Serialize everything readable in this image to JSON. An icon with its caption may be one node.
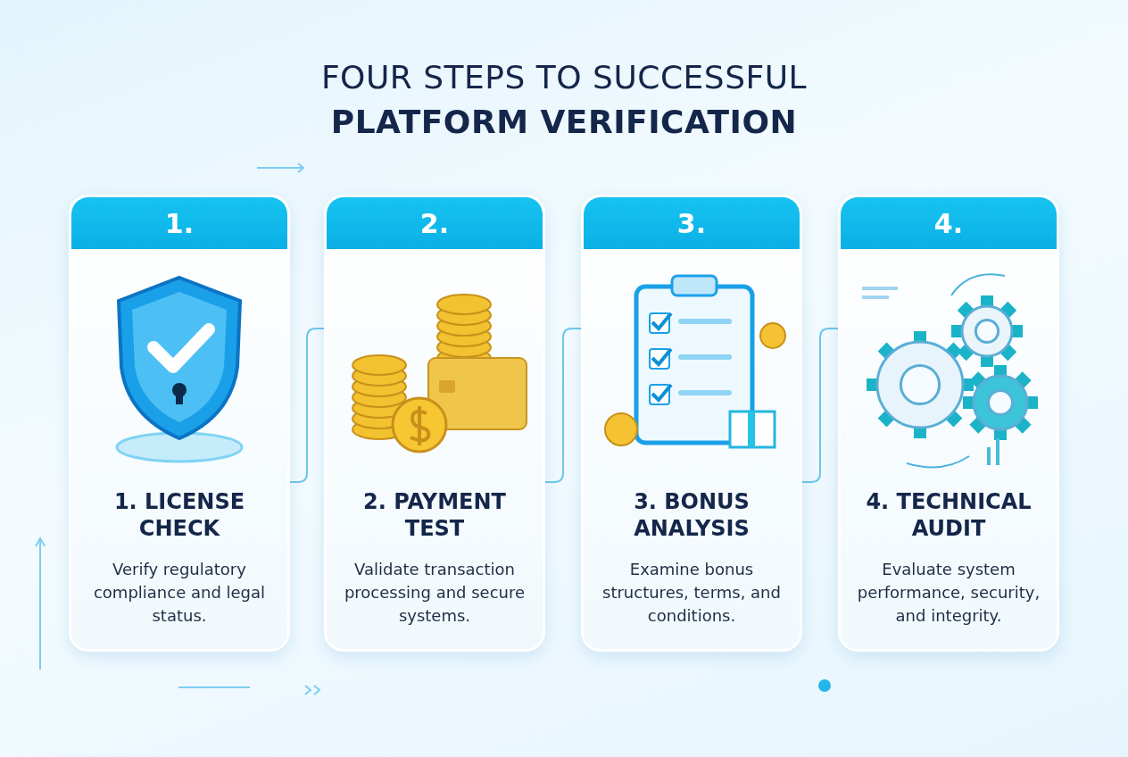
{
  "diagram": {
    "title": "FOUR STEPS TO SUCCESSFUL **PLATFORM VERIFICATION**",
    "nodes": [
      {
        "text": [
          "1.",
          "1. LICENSE CHECK",
          "Verify regulatory compliance and legal status."
        ]
      },
      {
        "text": [
          "2.",
          "2. PAYMENT TEST",
          "Validate transaction processing and secure systems."
        ]
      },
      {
        "text": [
          "3.",
          "3. BONUS ANALYSIS",
          "Examine bonus structures, terms, and conditions."
        ]
      },
      {
        "text": [
          "4.",
          "4. TECHNICAL AUDIT",
          "Evaluate system performance, security, and integrity."
        ]
      }
    ],
    "edges": [
      {
        "from": 0,
        "to": 1,
        "arrow": "none"
      },
      {
        "from": 1,
        "to": 2,
        "arrow": "none"
      },
      {
        "from": 2,
        "to": 3,
        "arrow": "none"
      }
    ]
  }
}
